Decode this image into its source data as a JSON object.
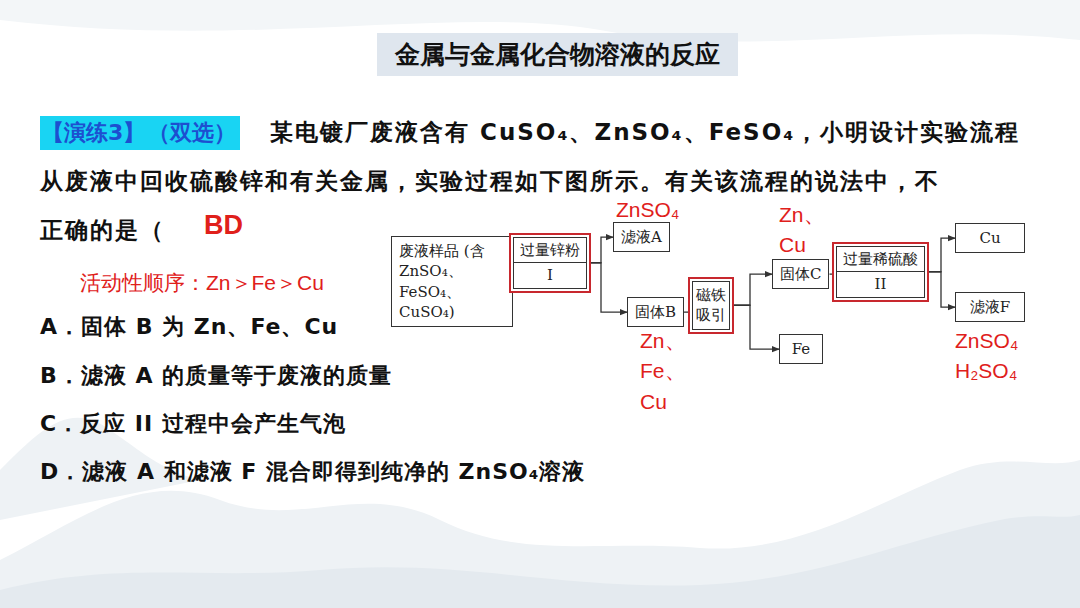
{
  "diagram": {
    "title": "金属与金属化合物溶液的反应",
    "nodes": [
      {
        "text": [
          "废液样品 (含ZnSO₄、FeSO₄、CuSO₄)"
        ]
      },
      {
        "text": [
          "过量锌粉",
          "I"
        ]
      },
      {
        "text": [
          "滤液A"
        ]
      },
      {
        "text": [
          "固体B"
        ]
      },
      {
        "text": [
          "磁铁吸引"
        ]
      },
      {
        "text": [
          "固体C"
        ]
      },
      {
        "text": [
          "过量稀硫酸",
          "II"
        ]
      },
      {
        "text": [
          "Cu"
        ]
      },
      {
        "text": [
          "滤液F"
        ]
      },
      {
        "text": [
          "Fe"
        ]
      }
    ],
    "edges": [
      {
        "from": 0,
        "to": 1,
        "arrow": "none"
      },
      {
        "from": 1,
        "to": 2,
        "arrow": "to"
      },
      {
        "from": 1,
        "to": 3,
        "arrow": "to"
      },
      {
        "from": 3,
        "to": 4,
        "arrow": "none"
      },
      {
        "from": 4,
        "to": 5,
        "arrow": "to"
      },
      {
        "from": 4,
        "to": 9,
        "arrow": "to"
      },
      {
        "from": 5,
        "to": 6,
        "arrow": "none"
      },
      {
        "from": 6,
        "to": 7,
        "arrow": "to"
      },
      {
        "from": 6,
        "to": 8,
        "arrow": "to"
      }
    ],
    "labels": [
      "【演练3】",
      "（双选）",
      "某电镀厂废液含有 CuSO₄、ZnSO₄、FeSO₄，小明设计实验流程",
      "从废液中回收硫酸锌和有关金属，实验过程如下图所示。有关该流程的说法中，不",
      "正确的是（",
      "BD",
      "活动性顺序：Zn＞Fe＞Cu",
      "A．固体 B 为 Zn、Fe、Cu",
      "B．滤液 A 的质量等于废液的质量",
      "C．反应 II 过程中会产生气泡",
      "D．滤液 A 和滤液 F 混合即得到纯净的 ZnSO₄溶液",
      "ZnSO₄",
      "Zn、Cu",
      "Zn、Fe、Cu",
      "ZnSO₄ H₂SO₄"
    ]
  }
}
